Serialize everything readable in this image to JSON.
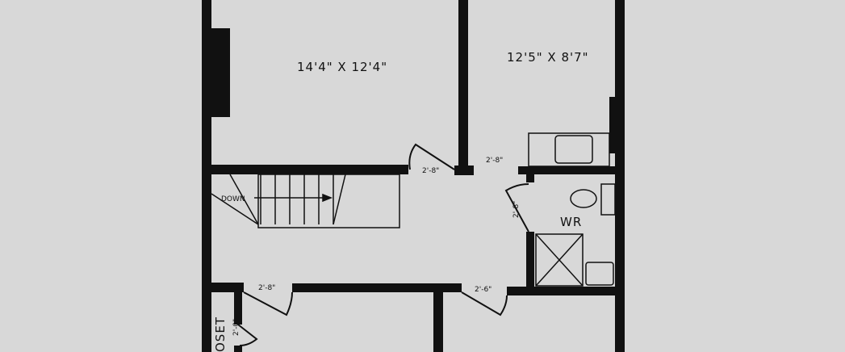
{
  "rooms": {
    "bedroom_1_size": "14'4\" X 12'4\"",
    "bedroom_2_size": "12'5\" X 8'7\"",
    "washroom_label": "WR",
    "closet_label": "OSET",
    "stairs_label": "DOWN"
  },
  "doors": {
    "bedroom_1_door": "2'-8\"",
    "bedroom_2_door": "2'-8\"",
    "washroom_door": "2'-8\"",
    "lower_left_door": "2'-8\"",
    "lower_right_door": "2'-6\"",
    "closet_door": "2'-0\""
  },
  "colors": {
    "wall": "#111111",
    "paper": "#d8d8d8"
  }
}
